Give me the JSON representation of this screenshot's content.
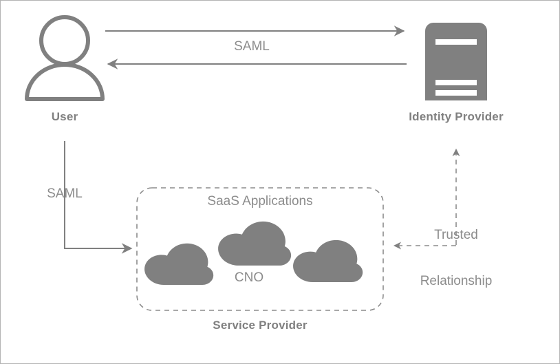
{
  "diagram": {
    "title": "SAML federation between User, Identity Provider and Service Provider",
    "type": "flow-diagram",
    "colors": {
      "shape_fill": "#808080",
      "line": "#808080",
      "bold_text": "#808080",
      "plain_text": "#8c8c8c",
      "background": "#ffffff",
      "page_border": "#b3b3b3",
      "icon_detail": "#ffffff"
    },
    "nodes": [
      {
        "id": "user",
        "label": "User",
        "icon": "user-person-icon",
        "style": "outline"
      },
      {
        "id": "identity-provider",
        "label": "Identity Provider",
        "icon": "server-rack-icon",
        "style": "filled"
      },
      {
        "id": "service-provider",
        "label": "Service Provider",
        "icon": "dashed-rounded-container",
        "style": "dashed-box"
      }
    ],
    "service_provider_box": {
      "heading": "SaaS Applications",
      "cloud_label": "CNO",
      "cloud_count": 3,
      "clouds": [
        {
          "id": "cloud-left",
          "label": ""
        },
        {
          "id": "cloud-center",
          "label": "CNO"
        },
        {
          "id": "cloud-right",
          "label": ""
        }
      ]
    },
    "connectors": [
      {
        "id": "user-to-idp",
        "label": "SAML",
        "from": "user",
        "to": "identity-provider",
        "style": "solid",
        "direction": "right"
      },
      {
        "id": "idp-to-user",
        "label": "SAML",
        "from": "identity-provider",
        "to": "user",
        "style": "solid",
        "direction": "left"
      },
      {
        "id": "user-to-service-provider",
        "label": "SAML",
        "from": "user",
        "to": "service-provider",
        "style": "solid",
        "direction": "right"
      },
      {
        "id": "trusted-relationship",
        "label": "Trusted Relationship",
        "label_line_1": "Trusted",
        "label_line_2": "Relationship",
        "from": "service-provider",
        "to": "identity-provider",
        "style": "dashed",
        "direction": "both"
      }
    ]
  },
  "labels": {
    "saml_top": "SAML",
    "saml_left": "SAML",
    "user": "User",
    "identity_provider": "Identity Provider",
    "saas_applications": "SaaS Applications",
    "cno": "CNO",
    "service_provider": "Service Provider",
    "trusted_line1": "Trusted",
    "trusted_line2": "Relationship"
  }
}
